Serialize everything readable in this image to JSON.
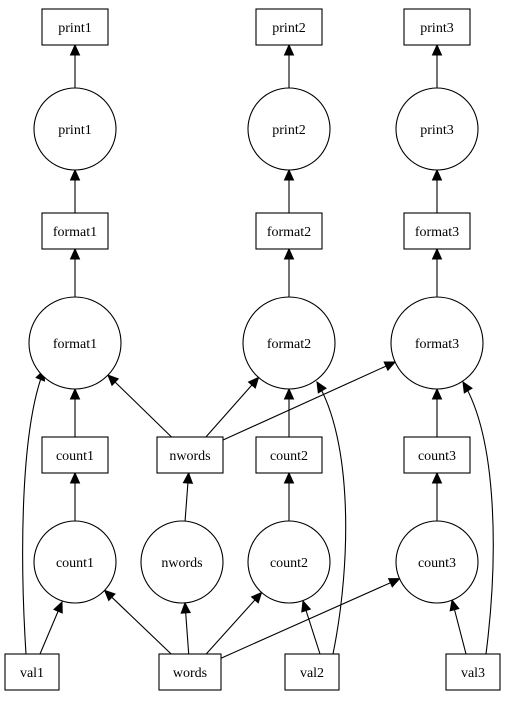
{
  "nodes": [
    {
      "id": "b_print1",
      "shape": "box",
      "label": "print1"
    },
    {
      "id": "b_print2",
      "shape": "box",
      "label": "print2"
    },
    {
      "id": "b_print3",
      "shape": "box",
      "label": "print3"
    },
    {
      "id": "c_print1",
      "shape": "circle",
      "label": "print1"
    },
    {
      "id": "c_print2",
      "shape": "circle",
      "label": "print2"
    },
    {
      "id": "c_print3",
      "shape": "circle",
      "label": "print3"
    },
    {
      "id": "b_format1",
      "shape": "box",
      "label": "format1"
    },
    {
      "id": "b_format2",
      "shape": "box",
      "label": "format2"
    },
    {
      "id": "b_format3",
      "shape": "box",
      "label": "format3"
    },
    {
      "id": "c_format1",
      "shape": "circle",
      "label": "format1"
    },
    {
      "id": "c_format2",
      "shape": "circle",
      "label": "format2"
    },
    {
      "id": "c_format3",
      "shape": "circle",
      "label": "format3"
    },
    {
      "id": "b_count1",
      "shape": "box",
      "label": "count1"
    },
    {
      "id": "b_nwords",
      "shape": "box",
      "label": "nwords"
    },
    {
      "id": "b_count2",
      "shape": "box",
      "label": "count2"
    },
    {
      "id": "b_count3",
      "shape": "box",
      "label": "count3"
    },
    {
      "id": "c_count1",
      "shape": "circle",
      "label": "count1"
    },
    {
      "id": "c_nwords",
      "shape": "circle",
      "label": "nwords"
    },
    {
      "id": "c_count2",
      "shape": "circle",
      "label": "count2"
    },
    {
      "id": "c_count3",
      "shape": "circle",
      "label": "count3"
    },
    {
      "id": "b_val1",
      "shape": "box",
      "label": "val1"
    },
    {
      "id": "b_words",
      "shape": "box",
      "label": "words"
    },
    {
      "id": "b_val2",
      "shape": "box",
      "label": "val2"
    },
    {
      "id": "b_val3",
      "shape": "box",
      "label": "val3"
    }
  ],
  "edges": [
    {
      "from": "c_print1",
      "to": "b_print1"
    },
    {
      "from": "c_print2",
      "to": "b_print2"
    },
    {
      "from": "c_print3",
      "to": "b_print3"
    },
    {
      "from": "b_format1",
      "to": "c_print1"
    },
    {
      "from": "b_format2",
      "to": "c_print2"
    },
    {
      "from": "b_format3",
      "to": "c_print3"
    },
    {
      "from": "c_format1",
      "to": "b_format1"
    },
    {
      "from": "c_format2",
      "to": "b_format2"
    },
    {
      "from": "c_format3",
      "to": "b_format3"
    },
    {
      "from": "b_count1",
      "to": "c_format1"
    },
    {
      "from": "b_nwords",
      "to": "c_format1"
    },
    {
      "from": "b_val1",
      "to": "c_format1"
    },
    {
      "from": "b_nwords",
      "to": "c_format2"
    },
    {
      "from": "b_count2",
      "to": "c_format2"
    },
    {
      "from": "b_val2",
      "to": "c_format2"
    },
    {
      "from": "b_nwords",
      "to": "c_format3"
    },
    {
      "from": "b_count3",
      "to": "c_format3"
    },
    {
      "from": "b_val3",
      "to": "c_format3"
    },
    {
      "from": "c_count1",
      "to": "b_count1"
    },
    {
      "from": "c_nwords",
      "to": "b_nwords"
    },
    {
      "from": "c_count2",
      "to": "b_count2"
    },
    {
      "from": "c_count3",
      "to": "b_count3"
    },
    {
      "from": "b_val1",
      "to": "c_count1"
    },
    {
      "from": "b_words",
      "to": "c_count1"
    },
    {
      "from": "b_words",
      "to": "c_nwords"
    },
    {
      "from": "b_words",
      "to": "c_count2"
    },
    {
      "from": "b_val2",
      "to": "c_count2"
    },
    {
      "from": "b_words",
      "to": "c_count3"
    },
    {
      "from": "b_val3",
      "to": "c_count3"
    }
  ]
}
